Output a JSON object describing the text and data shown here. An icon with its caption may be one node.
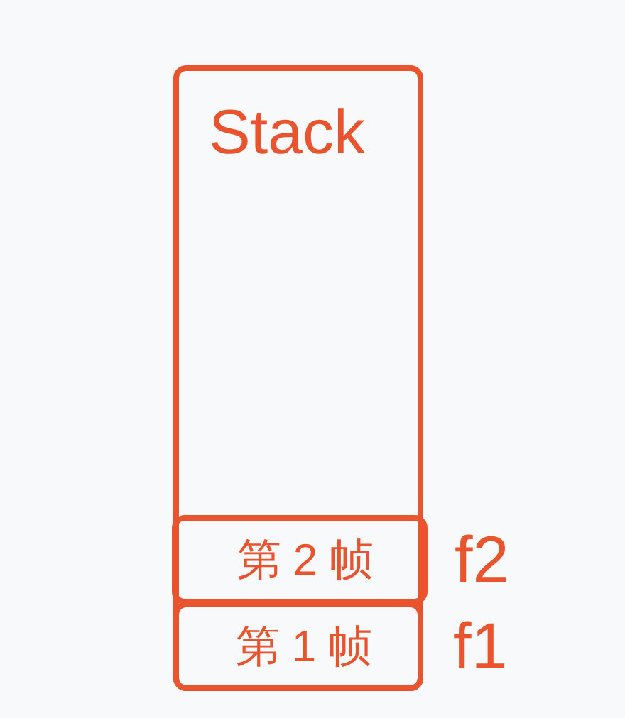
{
  "diagram": {
    "nodes": [
      {
        "text": [
          "Stack"
        ]
      },
      {
        "text": [
          "第 2 帧"
        ],
        "in": 0,
        "beside": [
          "f2"
        ]
      },
      {
        "text": [
          "第 1 帧"
        ],
        "in": 0,
        "beside": [
          "f1"
        ]
      }
    ]
  }
}
